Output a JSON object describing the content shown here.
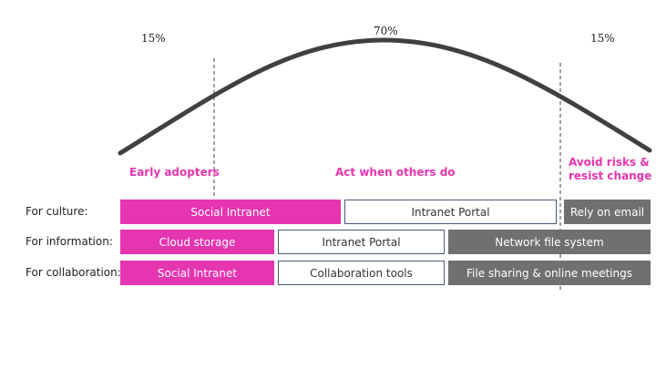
{
  "colors": {
    "accent": "#e535b0",
    "curve": "#404040",
    "gray_box": "#707070",
    "white_box_border": "#4a5a7a"
  },
  "percentages": {
    "left": "15%",
    "middle": "70%",
    "right": "15%"
  },
  "phases": {
    "early": "Early adopters",
    "middle": "Act when others do",
    "late_line1": "Avoid risks &",
    "late_line2": "resist change"
  },
  "rows": [
    {
      "label": "For culture:",
      "cells": [
        {
          "text": "Social Intranet",
          "style": "magenta"
        },
        {
          "text": "Intranet Portal",
          "style": "white"
        },
        {
          "text": "Rely on email",
          "style": "gray"
        }
      ]
    },
    {
      "label": "For information:",
      "cells": [
        {
          "text": "Cloud storage",
          "style": "magenta"
        },
        {
          "text": "Intranet Portal",
          "style": "white"
        },
        {
          "text": "Network file system",
          "style": "gray"
        }
      ]
    },
    {
      "label": "For collaboration:",
      "cells": [
        {
          "text": "Social Intranet",
          "style": "magenta"
        },
        {
          "text": "Collaboration tools",
          "style": "white"
        },
        {
          "text": "File sharing & online meetings",
          "style": "gray"
        }
      ]
    }
  ]
}
